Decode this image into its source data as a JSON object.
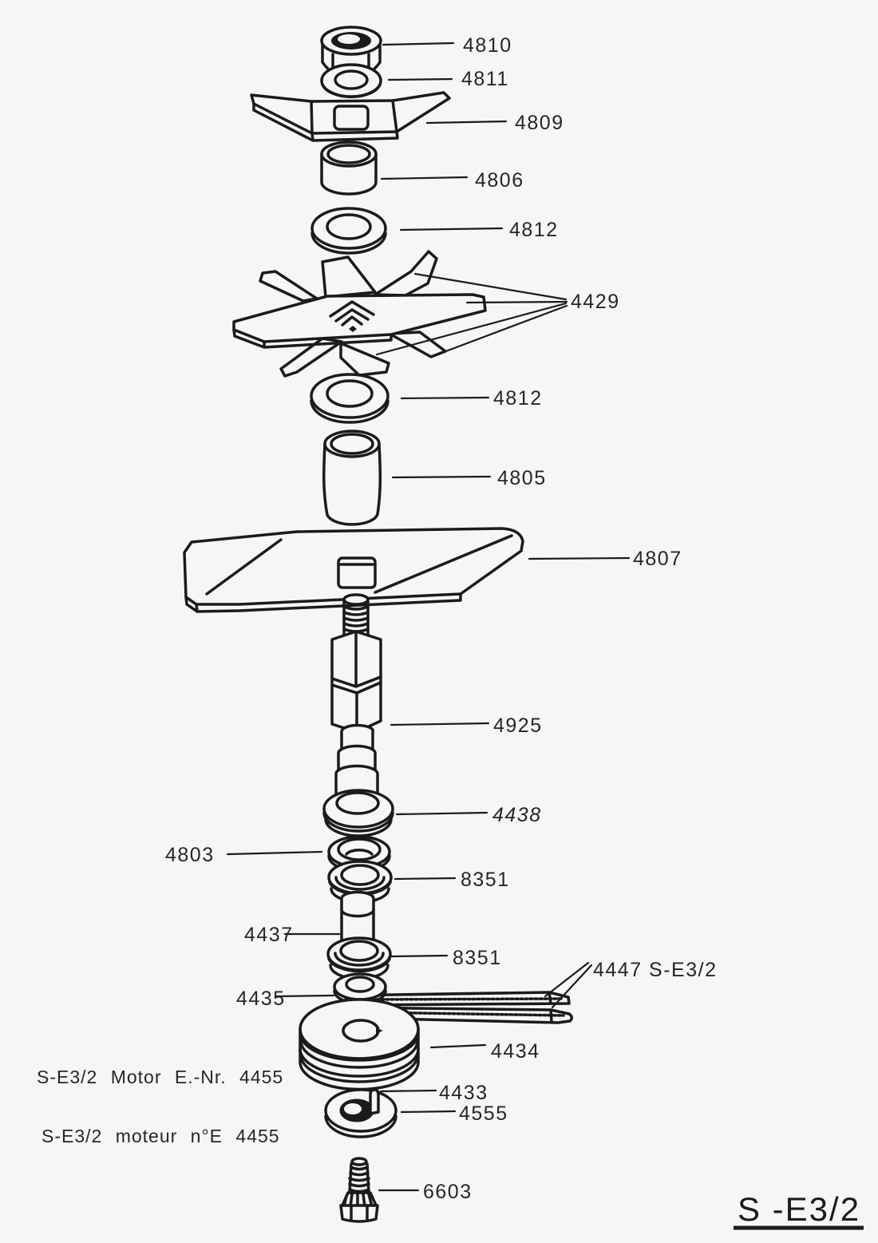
{
  "drawing_title": "S -E3/2",
  "notes": {
    "motor_de": "S-E3/2 Motor E.-Nr. 4455",
    "motor_fr": "S-E3/2 moteur n°E 4455"
  },
  "labels": {
    "hex_nut": "4810",
    "washer_under_nut": "4811",
    "wing_blade": "4809",
    "spacer_bushing": "4806",
    "washer_above_star": "4812",
    "star_blade": "4429",
    "washer_below_star": "4812",
    "spacer_sleeve": "4805",
    "flat_blade": "4807",
    "drive_shaft": "4925",
    "thrust_washer": "4438",
    "cup_washer": "4803",
    "bearing_upper": "8351",
    "spacer_tube": "4437",
    "bearing_lower": "8351",
    "washer_small": "4435",
    "drive_belt": "4447 S-E3/2",
    "pulley": "4434",
    "woodruff_key": "4433",
    "motor_washer": "4555",
    "motor_bolt": "6603"
  },
  "colors": {
    "ink": "#1b1b1b",
    "paper": "#f6f6f5"
  }
}
